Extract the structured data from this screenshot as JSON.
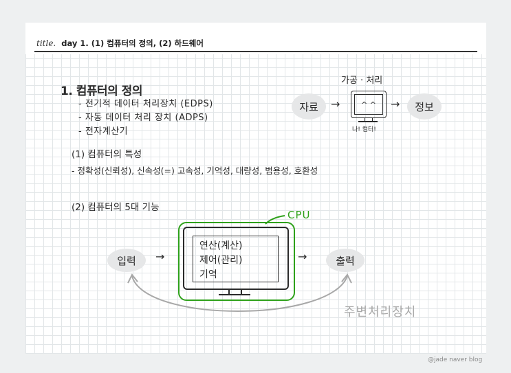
{
  "title": {
    "prefix": "title.",
    "text": "day 1. (1) 컴퓨터의 정의, (2) 하드웨어"
  },
  "section1": {
    "heading": "1. 컴퓨터의 정의",
    "bullets": [
      "- 전기적 데이터 처리장치 (EDPS)",
      "- 자동 데이터 처리 장치 (ADPS)",
      "- 전자계산기"
    ]
  },
  "process_diagram": {
    "input": "자료",
    "label": "가공 · 처리",
    "monitor_face": "^ ^",
    "monitor_caption": "나! 컴터!",
    "output": "정보",
    "arrow": "→"
  },
  "sub1": {
    "heading": "(1) 컴퓨터의 특성",
    "detail": "- 정확성(신뢰성), 신속성(=) 고속성, 기억성, 대량성, 범용성, 호환성"
  },
  "sub2": {
    "heading": "(2) 컴퓨터의 5대 기능"
  },
  "function_diagram": {
    "input": "입력",
    "output": "출력",
    "arrow": "→",
    "cpu_label": "CPU",
    "cpu_lines": [
      "연산(계산)",
      "제어(관리)",
      "기억"
    ],
    "peripheral": "주변처리장치"
  },
  "colors": {
    "cpu_green": "#2ea11a",
    "bubble_gray": "#e6e7e8",
    "peripheral_gray": "#a8a8a8"
  },
  "watermark": "@jade naver blog"
}
